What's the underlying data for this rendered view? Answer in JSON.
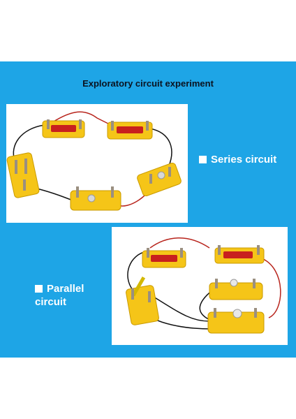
{
  "title": "Exploratory circuit experiment",
  "series_label": "Series circuit",
  "parallel_label": "Parallel circuit",
  "colors": {
    "background_band": "#1ea5e6",
    "module_yellow": "#f5c518",
    "battery_red": "#c8201e",
    "wire_black": "#111111",
    "wire_red": "#b8241c"
  }
}
